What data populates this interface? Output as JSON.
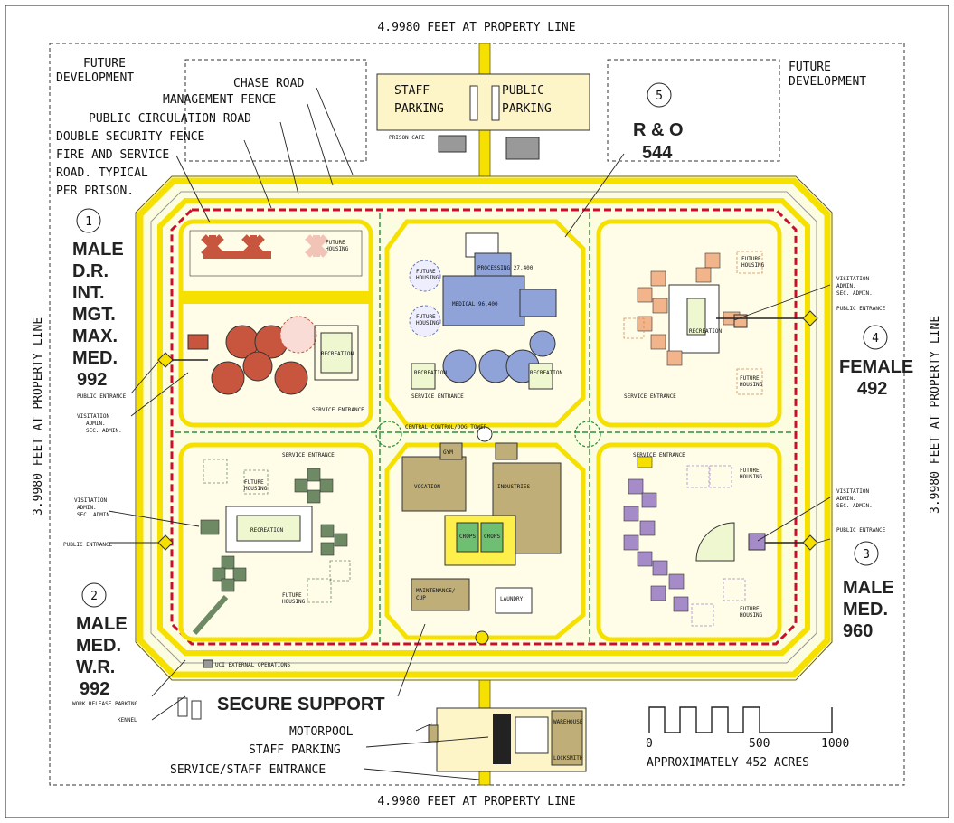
{
  "property_lines": {
    "top": "4.9980 FEET AT PROPERTY LINE",
    "bottom": "4.9980 FEET AT PROPERTY LINE",
    "left": "3.9980 FEET AT PROPERTY LINE",
    "right": "3.9980 FEET AT PROPERTY LINE"
  },
  "callouts": {
    "future_dev_left": [
      "FUTURE",
      "DEVELOPMENT"
    ],
    "future_dev_right": [
      "FUTURE",
      "DEVELOPMENT"
    ],
    "chase_road": "CHASE ROAD",
    "management_fence": "MANAGEMENT FENCE",
    "public_circulation_road": "PUBLIC CIRCULATION ROAD",
    "double_security_fence": "DOUBLE SECURITY FENCE",
    "fire_service_road": [
      "FIRE AND SERVICE",
      "ROAD. TYPICAL",
      "PER PRISON."
    ],
    "secure_support": "SECURE SUPPORT",
    "motorpool": "MOTORPOOL",
    "staff_parking_bottom": "STAFF PARKING",
    "service_staff_entrance": "SERVICE/STAFF ENTRANCE",
    "work_release_parking": "WORK RELEASE PARKING",
    "kennel": "KENNEL",
    "ei_external_operations": "UCI EXTERNAL OPERATIONS"
  },
  "parking": {
    "staff": [
      "STAFF",
      "PARKING"
    ],
    "public": [
      "PUBLIC",
      "PARKING"
    ]
  },
  "facilities": {
    "f1": {
      "num": "1",
      "lines": [
        "MALE",
        "D.R.",
        "INT.",
        "MGT.",
        "MAX.",
        "MED.",
        "992"
      ]
    },
    "f2": {
      "num": "2",
      "lines": [
        "MALE",
        "MED.",
        "W.R.",
        "992"
      ]
    },
    "f3": {
      "num": "3",
      "lines": [
        "MALE",
        "MED.",
        "960"
      ]
    },
    "f4": {
      "num": "4",
      "lines": [
        "FEMALE",
        "492"
      ]
    },
    "f5": {
      "num": "5",
      "lines": [
        "R & O",
        "544"
      ]
    }
  },
  "small_labels": {
    "public_entrance": "PUBLIC ENTRANCE",
    "visitation": [
      "VISITATION",
      "ADMIN.",
      "SEC. ADMIN."
    ],
    "service_entrance": "SERVICE ENTRANCE",
    "recreation": "RECREATION",
    "future_housing": [
      "FUTURE",
      "HOUSING"
    ],
    "medical": "MEDICAL 96,400",
    "processing": "PROCESSING 27,400",
    "vocation": "VOCATION",
    "industries": "INDUSTRIES",
    "gym": "GYM",
    "crops": "CROPS",
    "maintenance": [
      "MAINTENANCE/",
      "CUP"
    ],
    "laundry": "LAUNDRY",
    "central_control": "CENTRAL CONTROL/DOG TOWER",
    "warehouse": "WAREHOUSE",
    "locksmith": "LOCKSMITH",
    "prison_cafe": "PRISON CAFE"
  },
  "scale": {
    "ticks": [
      "0",
      "500",
      "1000"
    ],
    "acres": "APPROXIMATELY 452 ACRES"
  },
  "colors": {
    "road": "#f5e000",
    "road_edge": "#6b6000",
    "security_fence": "#c8102e",
    "green_fence": "#2e8b3e",
    "site_fill": "#fcfce0",
    "red_housing": "#c8553d",
    "blue_housing": "#8fa3d8",
    "orange_housing": "#f2b48a",
    "green_housing": "#6e8a64",
    "purple_housing": "#a58bc8",
    "support": "#bfae78",
    "parking_fill": "#fdf5c8"
  }
}
